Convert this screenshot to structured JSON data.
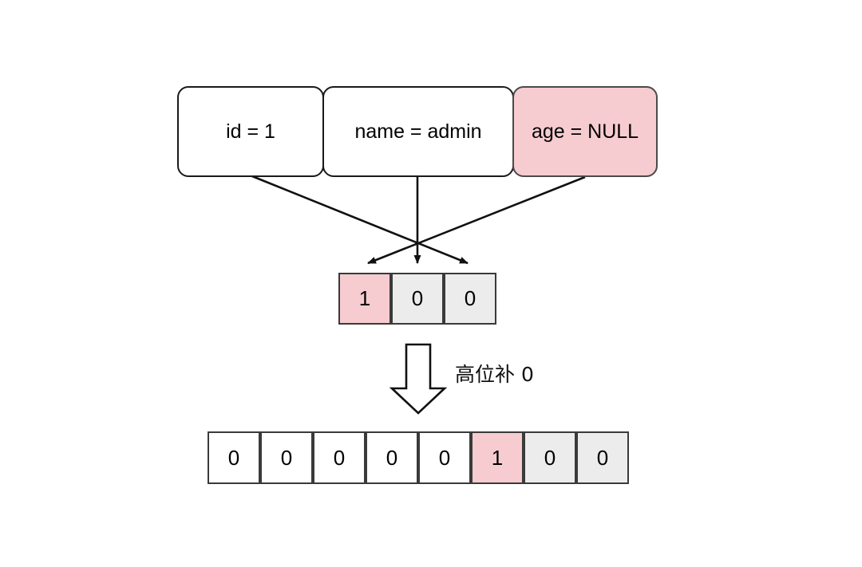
{
  "diagram": {
    "title": "NULL bitmap padding diagram",
    "colors": {
      "highlight_pink": "#f6ccd0",
      "cell_gray": "#ececec",
      "cell_white": "#ffffff",
      "stroke": "#111111",
      "cell_stroke": "#3a3a3a",
      "background": "#ffffff"
    },
    "record_fields": [
      {
        "label": "id = 1",
        "highlighted": false
      },
      {
        "label": "name = admin",
        "highlighted": false
      },
      {
        "label": "age = NULL",
        "highlighted": true
      }
    ],
    "null_bitmap": {
      "caption": "",
      "bits": [
        {
          "value": "1",
          "fill": "pink"
        },
        {
          "value": "0",
          "fill": "gray"
        },
        {
          "value": "0",
          "fill": "gray"
        }
      ]
    },
    "transform": {
      "arrow_icon": "down-block-arrow-icon",
      "label": "高位补 0"
    },
    "padded_bitmap": {
      "bits": [
        {
          "value": "0",
          "fill": "white"
        },
        {
          "value": "0",
          "fill": "white"
        },
        {
          "value": "0",
          "fill": "white"
        },
        {
          "value": "0",
          "fill": "white"
        },
        {
          "value": "0",
          "fill": "white"
        },
        {
          "value": "1",
          "fill": "pink"
        },
        {
          "value": "0",
          "fill": "gray"
        },
        {
          "value": "0",
          "fill": "gray"
        }
      ]
    },
    "connectors": [
      {
        "from": "id = 1",
        "to_bit_index": 2,
        "kind": "diagonal-right"
      },
      {
        "from": "name = admin",
        "to_bit_index": 1,
        "kind": "straight-down"
      },
      {
        "from": "age = NULL",
        "to_bit_index": 0,
        "kind": "diagonal-left"
      }
    ]
  }
}
